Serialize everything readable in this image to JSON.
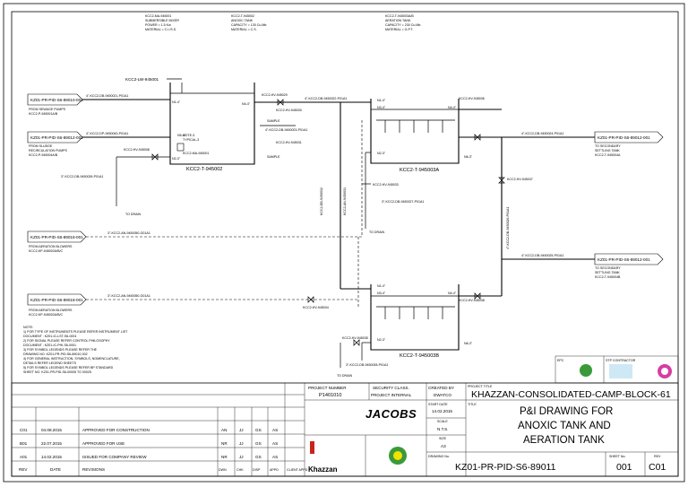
{
  "top_notes": [
    {
      "lines": [
        "KCC2-MA-945001",
        "SUBMERSIBLE MIXER",
        "POWER = 1.5 Kw",
        "MATERIAL = C.I./S.S."
      ]
    },
    {
      "lines": [
        "KCC2-T-945002",
        "ANOXIC TANK",
        "CAPACITY = 130 Cu.Mtr.",
        "MATERIAL = C.S."
      ]
    },
    {
      "lines": [
        "KCC2-T-945003A/B",
        "AERATION TANK",
        "CAPACITY = 230 Cu.Mtr.",
        "MATERIAL = G.P.T."
      ]
    }
  ],
  "offpage_in": [
    {
      "ref": "KZ01-PR-PID-S6-89010-001",
      "desc": [
        "FROM SEWAGE PUMPS",
        "KCC2-P-945001A/B"
      ]
    },
    {
      "ref": "KZ01-PR-PID-S6-89012-001",
      "desc": [
        "FROM SLUDGE",
        "RECIRCULATION PUMPS",
        "KCC2-P-945004A/B"
      ]
    },
    {
      "ref": "KZ01-PR-PID-S6-89018-001",
      "desc": [
        "FROM AERATION BLOWERS",
        "KCC2-KP-945002A/B/C"
      ]
    },
    {
      "ref": "KZ01-PR-PID-S6-89018-001",
      "desc": [
        "FROM AERATION BLOWERS",
        "KCC2-KP-945002A/B/C"
      ]
    }
  ],
  "offpage_out": [
    {
      "ref": "KZ01-PR-PID-S6-89012-001",
      "desc": [
        "TO SECONDARY",
        "SETTLING TANK",
        "KCC2-T-945004A"
      ]
    },
    {
      "ref": "KZ01-PR-PID-S6-89012-001",
      "desc": [
        "TO SECONDARY",
        "SETTLING TANK",
        "KCC2-T-945004B"
      ]
    }
  ],
  "diagram_labels": {
    "lw": "KCC2-LW-945001",
    "line1": "4\"-KCC2-DB-9450021-P01A1",
    "line2": "4\"-KCC2-DP-9450043-P01A1",
    "line3": "4\"-KCC2-DB-9450022-P01A1",
    "line4": "4\"-KCC2-DB-9450023-P01A1",
    "line5": "3\"-KCC2-DB-9450026-P01A1",
    "line6": "3\"-KCC2-AN-9450050-G01A1",
    "line7": "3\"-KCC2-AN-9450050-G01A1",
    "line8": "4\"-KCC2-DB-9450024-P01A1",
    "line9": "4\"-KCC2-DB-9450025-P01A1",
    "line10": "3\"-KCC2-DB-9450027-P01A1",
    "line11": "3\"-KCC2-DB-9450028-P01A1",
    "hv1": "KCC2-HV-945008",
    "hv2": "KCC2-HV-945029",
    "hv3": "KCC2-HV-945030",
    "hv4": "KCC2-HV-945031",
    "hv5": "KCC2-HV-945036",
    "hv6": "KCC2-HV-945033",
    "hv7": "KCC2-HV-945037",
    "hv8": "KCC2-HV-945034",
    "hv9": "KCC2-HV-945035",
    "hv10": "KCC2-HV-945038",
    "sample": "SAMPLE",
    "mixer": "KCC2-MA-945001",
    "note3": "NOTE-3",
    "typical": "TYPICAL-3",
    "tank_anoxic": "KCC2-T-945002",
    "tank_a": "KCC2-T-945003A",
    "tank_b": "KCC2-T-945003B",
    "to_drain": "TO DRAIN",
    "vline1": "KCC2-DB-9450032",
    "vline2": "KCC2-AN-9450031",
    "vline3": "4\"-KCC2-DB-9450026-P01A1",
    "n1": "N1-4\"",
    "n2": "N2-3\"",
    "n3": "N3-4\"",
    "n4": "N4-4\"",
    "n5": "N5-4\"",
    "n6": "N6-3\""
  },
  "notes": {
    "title": "NOTE:",
    "items": [
      "1)  FOR TYPE OF INSTRUMENTS PLEASE REFER INSTRUMENT LIST",
      "    DOCUMENT : KZ01-IC-LST-S6-0001",
      "2)  FOR SIGNAL PLEASE REFER CONTROL PHILOSOPHY",
      "    DOCUMENT : KZ01-IC-PHI-S6-0001",
      "3)  FOR SYMBOL LEGENDS PLEASE REFER THE",
      "    DRAWING NO. KZ01-PR-PID-S6-89010-002",
      "4)  FOR GENERAL INSTRUCTION, SYMBOLS, NOMENCLATURE,",
      "    DETAILS REFER LEGEND SHEETS",
      "5)  FOR SYMBOL LEGENDS PLEASE REFER BP STANDARD",
      "    SHEET NO. KZ01-PR-PID-S6-00005 TO 00025"
    ]
  },
  "contractors": {
    "epc": "EPC",
    "stp": "STP CONTRACTOR"
  },
  "revisions": {
    "headers": [
      "REV",
      "DATE",
      "REVISIONS",
      "DWN",
      "CHK",
      "DISP",
      "APPD",
      "CLIENT APPD"
    ],
    "rows": [
      [
        "C01",
        "04.08.2015",
        "APPROVED FOR CONSTRUCTION",
        "AN",
        "JJ",
        "GS",
        "AS"
      ],
      [
        "B01",
        "22.07.2015",
        "APPROVED FOR USE",
        "NR",
        "JJ",
        "GS",
        "AS"
      ],
      [
        "A01",
        "14.02.2015",
        "ISSUED FOR COMPANY REVIEW",
        "NR",
        "JJ",
        "GS",
        "AS"
      ]
    ]
  },
  "title_block": {
    "project_number_label": "PROJECT NUMBER",
    "project_number": "P1401010",
    "security_label": "SECURITY CLASS.",
    "security": "PROJECT INTERNAL",
    "created_by_label": "CREATED BY",
    "created_by": "DWATCO",
    "project_title_label": "PROJECT TITLE",
    "project_title": "KHAZZAN-CONSOLIDATED-CAMP-BLOCK-61",
    "jacobs": "JACOBS",
    "start_date_label": "START DATE",
    "start_date": "14.02.2015",
    "scale_label": "SCALE",
    "scale": "N.T.S.",
    "size_label": "SIZE",
    "size": "A3",
    "title_label": "TITLE",
    "title_lines": [
      "P&I DRAWING FOR",
      "ANOXIC TANK AND",
      "AERATION TANK"
    ],
    "drawing_no_label": "DRAWING No.",
    "drawing_no": "KZ01-PR-PID-S6-89011",
    "sheet_label": "SHEET No.",
    "sheet": "001",
    "rev_label": "REV",
    "rev": "C01",
    "khazzan": "Khazzan"
  },
  "colors": {
    "line": "#000000",
    "bp_green": "#3a9a3a",
    "bp_yellow": "#f2e200",
    "khazzan_red": "#c8241d",
    "stp_pink": "#d63ea0"
  }
}
